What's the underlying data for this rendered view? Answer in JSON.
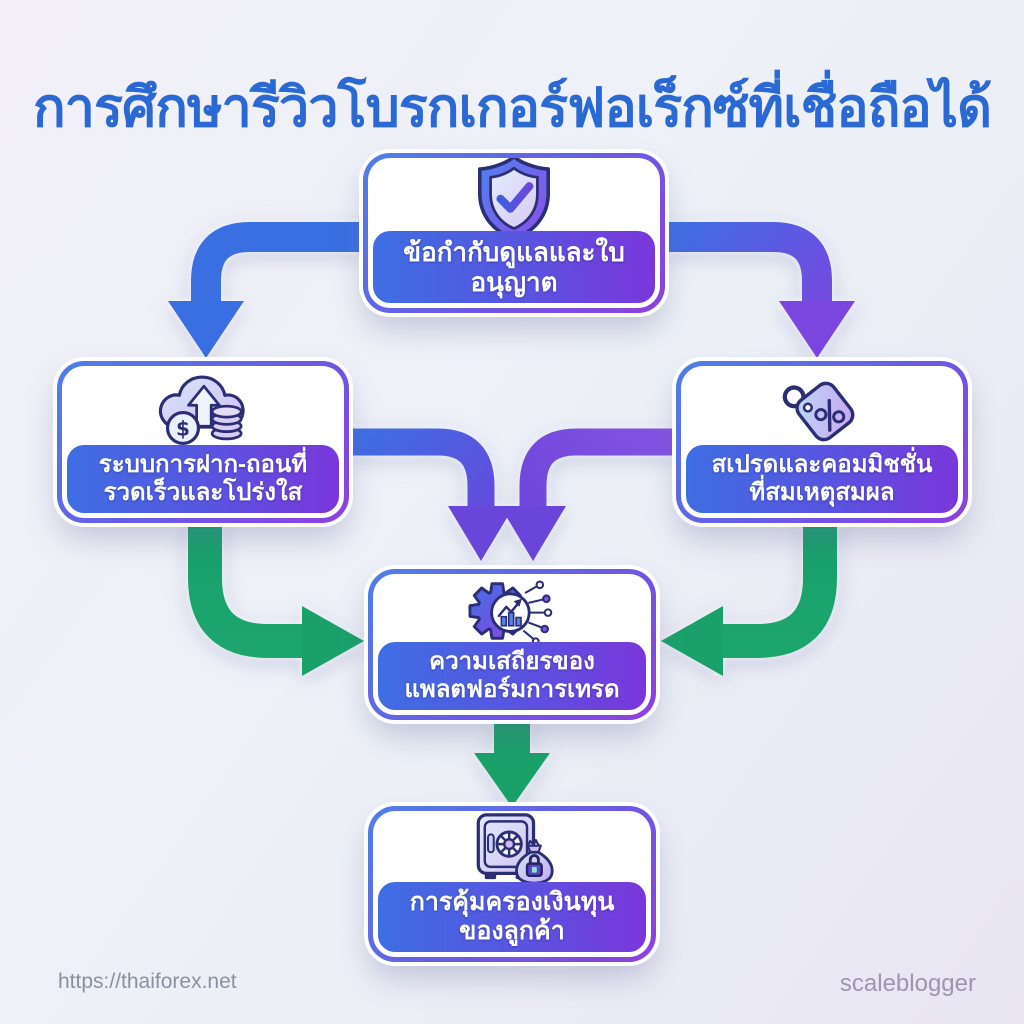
{
  "title": "การศึกษารีวิวโบรกเกอร์ฟอเร็กซ์ที่เชื่อถือได้",
  "nodes": {
    "regulation": {
      "icon": "shield-check-icon",
      "lines": [
        "ข้อกำกับดูแลและใบอนุญาต"
      ]
    },
    "deposit_withdrawal": {
      "icon": "cloud-money-icon",
      "lines": [
        "ระบบการฝาก-ถอนที่",
        "รวดเร็วและโปร่งใส"
      ]
    },
    "spread_commission": {
      "icon": "percent-tag-icon",
      "lines": [
        "สเปรดและคอมมิชชั่น",
        "ที่สมเหตุสมผล"
      ]
    },
    "platform_stability": {
      "icon": "gear-chart-icon",
      "lines": [
        "ความเสถียรของ",
        "แพลตฟอร์มการเทรด"
      ]
    },
    "fund_protection": {
      "icon": "safe-moneybag-icon",
      "lines": [
        "การคุ้มครองเงินทุน",
        "ของลูกค้า"
      ]
    }
  },
  "footer": {
    "site_url": "https://thaiforex.net",
    "credit": "scaleblogger"
  },
  "colors": {
    "title_blue": "#2a68d3",
    "arrow_blue": "#3a6fe2",
    "arrow_purple": "#7b45df",
    "arrow_green": "#1aa169",
    "band_gradient_start": "#3e6ee3",
    "band_gradient_end": "#7a36da",
    "border_gradient_start": "#4f7fe8",
    "border_gradient_end": "#8f3fe0",
    "background_start": "#f2eff7",
    "background_end": "#e9e5f3"
  }
}
